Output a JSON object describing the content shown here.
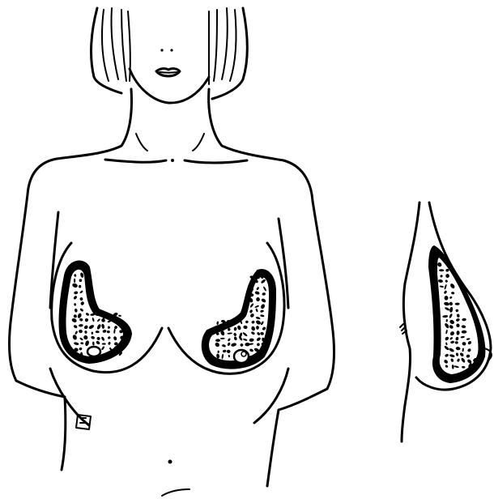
{
  "figure": {
    "subject": "breast-anatomy-illustration",
    "views": [
      "front-view",
      "side-view"
    ],
    "colors": {
      "ink": "#000000",
      "paper": "#ffffff"
    }
  }
}
